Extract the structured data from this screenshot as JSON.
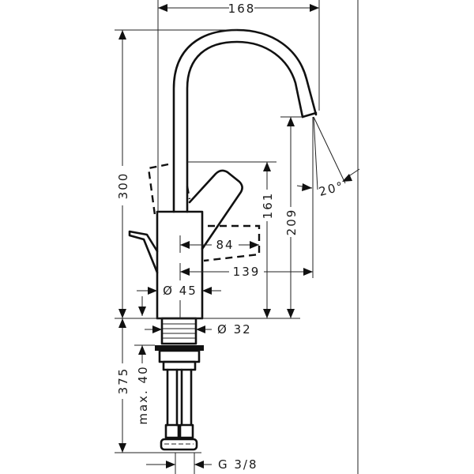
{
  "drawing": {
    "subject": "Single lever basin mixer with swivel spout - dimensional drawing",
    "units": "mm",
    "colors": {
      "line": "#111111",
      "background": "#ffffff"
    },
    "dimensions": {
      "overall_width": "168",
      "total_height": "300",
      "lever_height": "161",
      "spout_outlet_height": "209",
      "spout_angle": "20°",
      "lever_reach": "84",
      "spout_reach": "139",
      "body_diameter": "Ø 45",
      "shank_diameter": "Ø 32",
      "below_deck_length": "375",
      "max_deck_thickness": "max. 40",
      "connection_thread": "G 3/8"
    }
  }
}
